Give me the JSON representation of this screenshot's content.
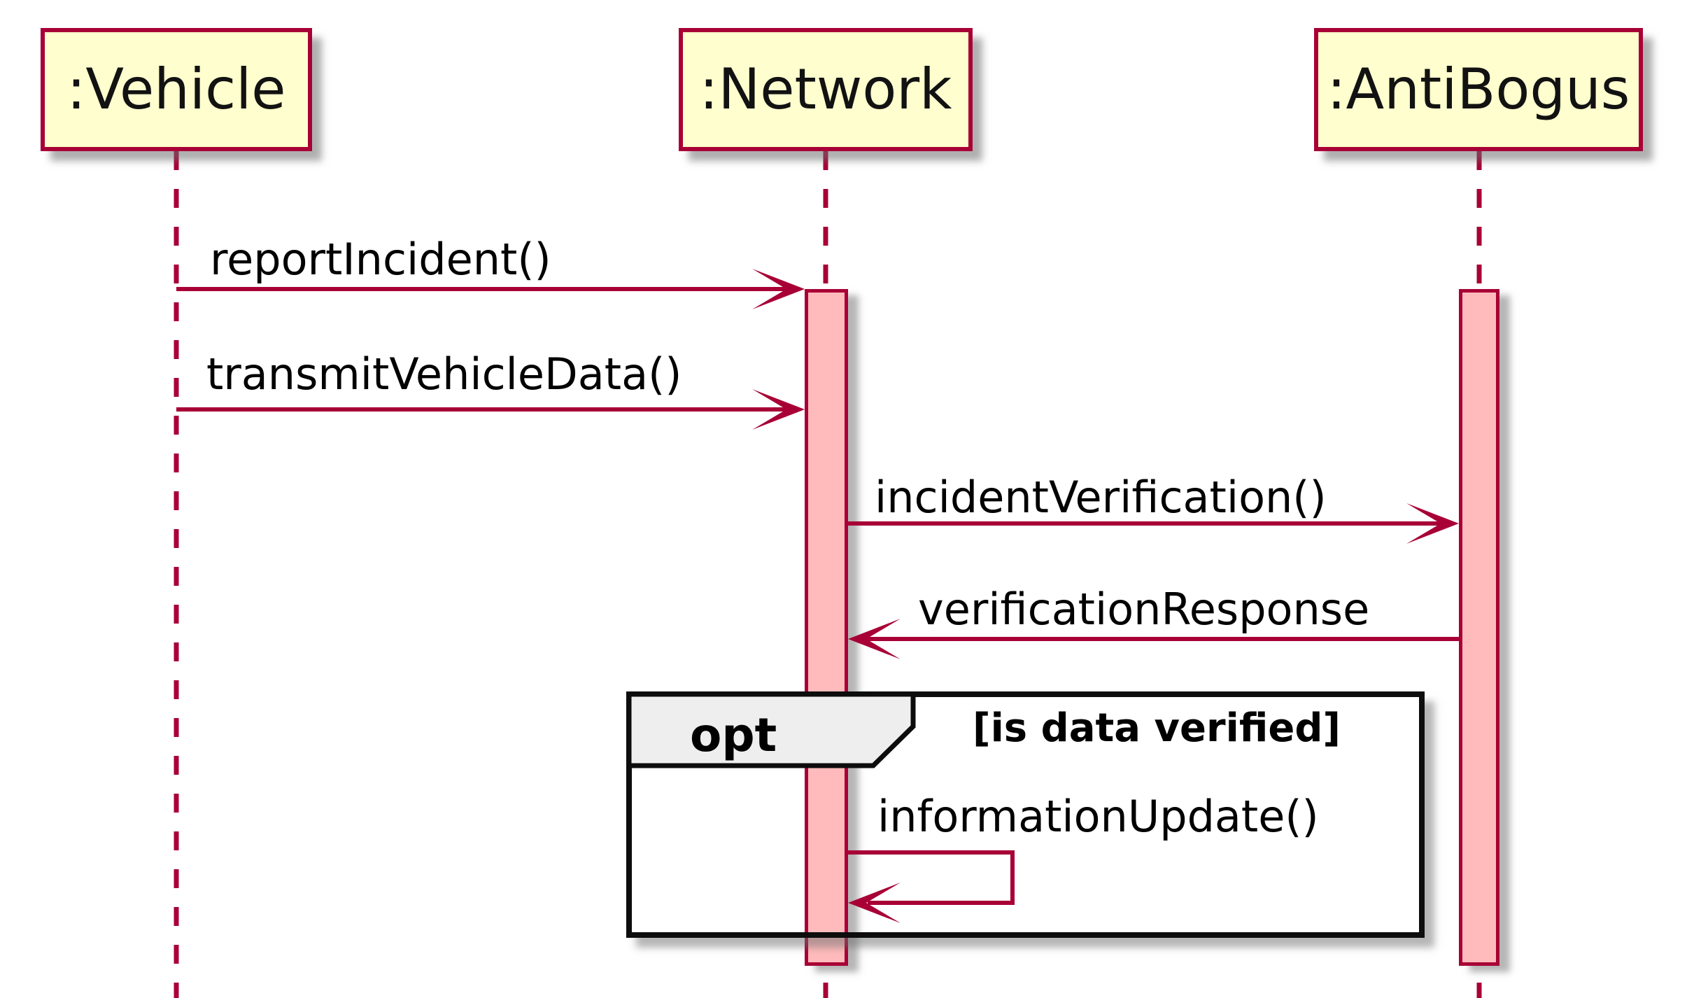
{
  "diagram": {
    "type": "uml-sequence-diagram",
    "participants": [
      {
        "id": "vehicle",
        "label": ":Vehicle"
      },
      {
        "id": "network",
        "label": ":Network"
      },
      {
        "id": "antibogus",
        "label": ":AntiBogus"
      }
    ],
    "messages": [
      {
        "label": "reportIncident()",
        "from": "vehicle",
        "to": "network",
        "kind": "sync"
      },
      {
        "label": "transmitVehicleData()",
        "from": "vehicle",
        "to": "network",
        "kind": "sync"
      },
      {
        "label": "incidentVerification()",
        "from": "network",
        "to": "antibogus",
        "kind": "sync"
      },
      {
        "label": "verificationResponse",
        "from": "antibogus",
        "to": "network",
        "kind": "return"
      },
      {
        "label": "informationUpdate()",
        "from": "network",
        "to": "network",
        "kind": "self"
      }
    ],
    "fragment": {
      "operator": "opt",
      "guard": "[is data verified]",
      "contains": [
        "informationUpdate()"
      ]
    },
    "colors": {
      "background": "#FFFFFF",
      "accent": "#A80036",
      "participant_fill": "#FEFECE",
      "activation_fill": "#FFBBBB",
      "fragment_tab_fill": "#EEEEEE",
      "frame_border": "#0D0D0D",
      "text": "#000000"
    }
  }
}
